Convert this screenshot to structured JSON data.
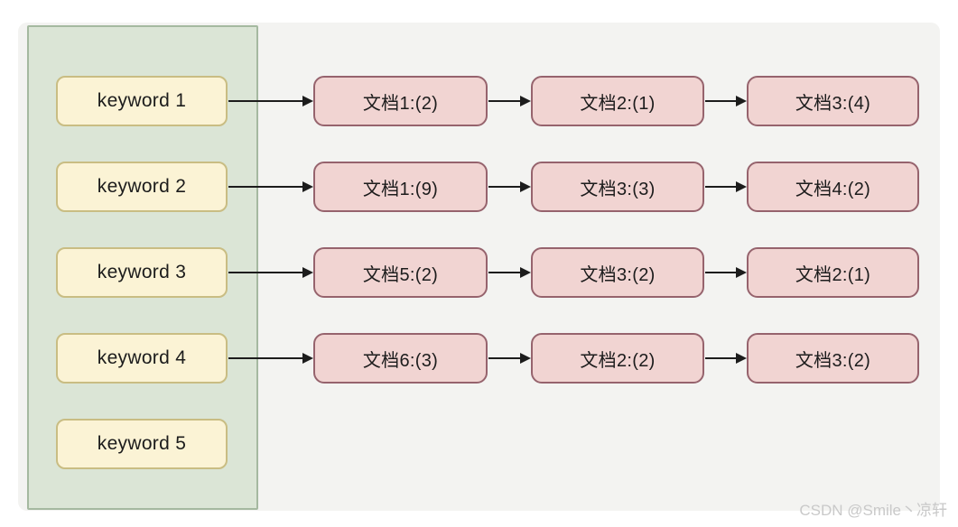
{
  "diagram": {
    "title_hint": "inverted-index keyword to posting list diagram",
    "rows": [
      {
        "keyword": "keyword 1",
        "docs": [
          "文档1:(2)",
          "文档2:(1)",
          "文档3:(4)"
        ]
      },
      {
        "keyword": "keyword 2",
        "docs": [
          "文档1:(9)",
          "文档3:(3)",
          "文档4:(2)"
        ]
      },
      {
        "keyword": "keyword 3",
        "docs": [
          "文档5:(2)",
          "文档3:(2)",
          "文档2:(1)"
        ]
      },
      {
        "keyword": "keyword 4",
        "docs": [
          "文档6:(3)",
          "文档2:(2)",
          "文档3:(2)"
        ]
      },
      {
        "keyword": "keyword 5",
        "docs": []
      }
    ],
    "watermark": "CSDN @Smile丶凉轩"
  },
  "colors": {
    "canvas-bg": "#ffffff",
    "panel-bg": "#f3f3f1",
    "green-fill": "#dbe5d6",
    "green-border": "#a5b9a0",
    "keyword-fill": "#fbf3d5",
    "keyword-border": "#c9bd83",
    "doc-fill": "#f1d4d2",
    "doc-border": "#96636d",
    "ink": "#1c1c1c",
    "watermark": "#c9c9c9"
  }
}
